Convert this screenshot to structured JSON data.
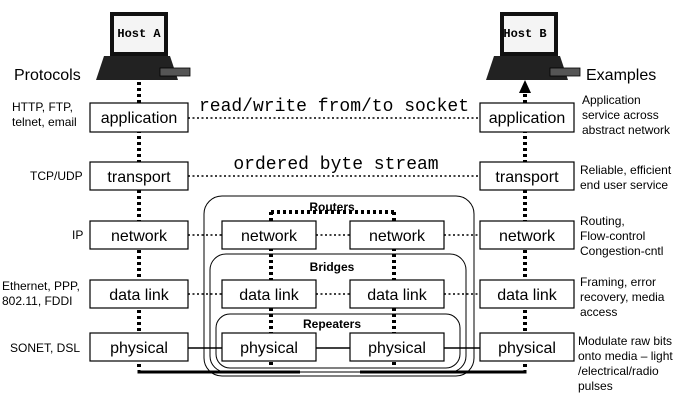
{
  "headings": {
    "protocols": "Protocols",
    "examples": "Examples"
  },
  "hosts": {
    "a": "Host A",
    "b": "Host B"
  },
  "layers": {
    "application": "application",
    "transport": "transport",
    "network": "network",
    "data_link": "data link",
    "physical": "physical"
  },
  "protocol_examples": {
    "application": [
      "HTTP, FTP,",
      "telnet, email"
    ],
    "transport": [
      "TCP/UDP"
    ],
    "network": [
      "IP"
    ],
    "data_link": [
      "Ethernet, PPP,",
      "802.11, FDDI"
    ],
    "physical": [
      "SONET, DSL"
    ]
  },
  "layer_descriptions": {
    "application": [
      "Application",
      "service across",
      "abstract network"
    ],
    "transport": [
      "Reliable, efficient",
      "end user service"
    ],
    "network": [
      "Routing,",
      "Flow-control",
      "Congestion-cntl"
    ],
    "data_link": [
      "Framing, error",
      "recovery, media",
      "access"
    ],
    "physical": [
      "Modulate raw bits",
      "onto media – light",
      "/electrical/radio",
      "pulses"
    ]
  },
  "peer_channels": {
    "application": "read/write from/to socket",
    "transport": "ordered byte stream"
  },
  "device_groups": {
    "routers": "Routers",
    "bridges": "Bridges",
    "repeaters": "Repeaters"
  }
}
